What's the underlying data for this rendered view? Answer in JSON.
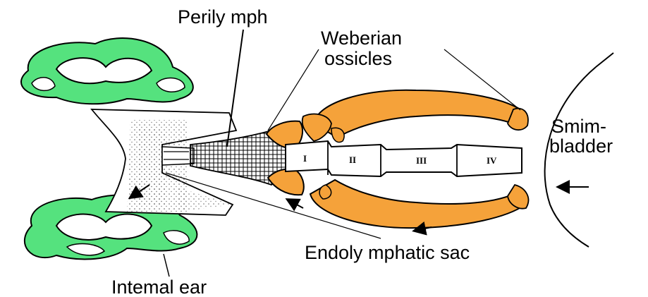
{
  "labels": {
    "perilymph": "Perily mph",
    "weberian_line1": "Weberian",
    "weberian_line2": "ossicles",
    "swim_line1": "Smim-",
    "swim_line2": "bladder",
    "endolymphatic": "Endoly mphatic sac",
    "internal_ear": "Intemal ear"
  },
  "vertebrae": [
    "I",
    "II",
    "III",
    "IV"
  ],
  "colors": {
    "ear_green": "#55e27e",
    "ossicle_orange": "#f5a23a",
    "outline": "#000000"
  },
  "icons": {
    "arrow": "arrow-icon"
  }
}
